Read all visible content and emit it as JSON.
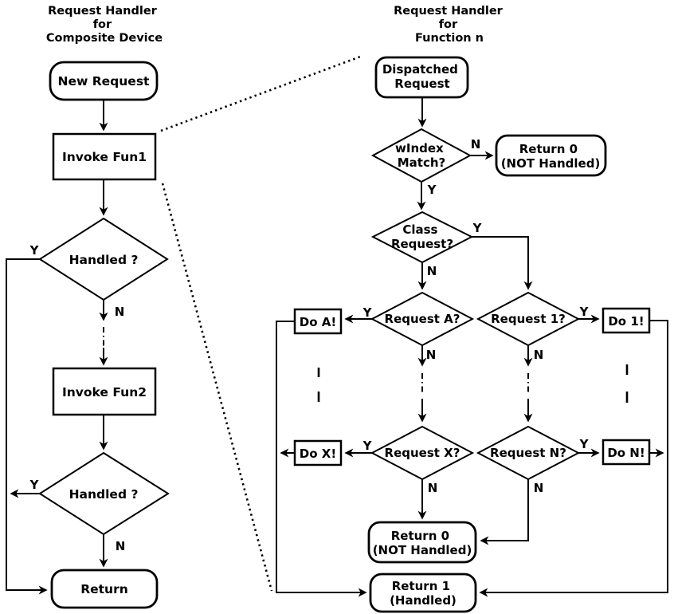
{
  "diagram": {
    "left": {
      "title": [
        "Request Handler",
        "for",
        "Composite Device"
      ],
      "new_request": "New Request",
      "invoke_fun1": "Invoke Fun1",
      "handled1": "Handled ?",
      "invoke_fun2": "Invoke Fun2",
      "handled2": "Handled ?",
      "return": "Return"
    },
    "right": {
      "title": [
        "Request Handler",
        "for",
        "Function n"
      ],
      "dispatched": [
        "Dispatched",
        "Request"
      ],
      "windex": [
        "wIndex",
        "Match?"
      ],
      "return0_top": [
        "Return 0",
        "(NOT Handled)"
      ],
      "class_request": [
        "Class",
        "Request?"
      ],
      "request_a": "Request A?",
      "request_1": "Request 1?",
      "do_a": "Do A!",
      "do_1": "Do 1!",
      "request_x": "Request X?",
      "request_n": "Request N?",
      "do_x": "Do X!",
      "do_n": "Do N!",
      "return0_bottom": [
        "Return 0",
        "(NOT Handled)"
      ],
      "return1": [
        "Return 1",
        "(Handled)"
      ]
    },
    "branch": {
      "yes": "Y",
      "no": "N"
    },
    "colors": {
      "stroke": "#000000",
      "background": "#ffffff"
    }
  }
}
